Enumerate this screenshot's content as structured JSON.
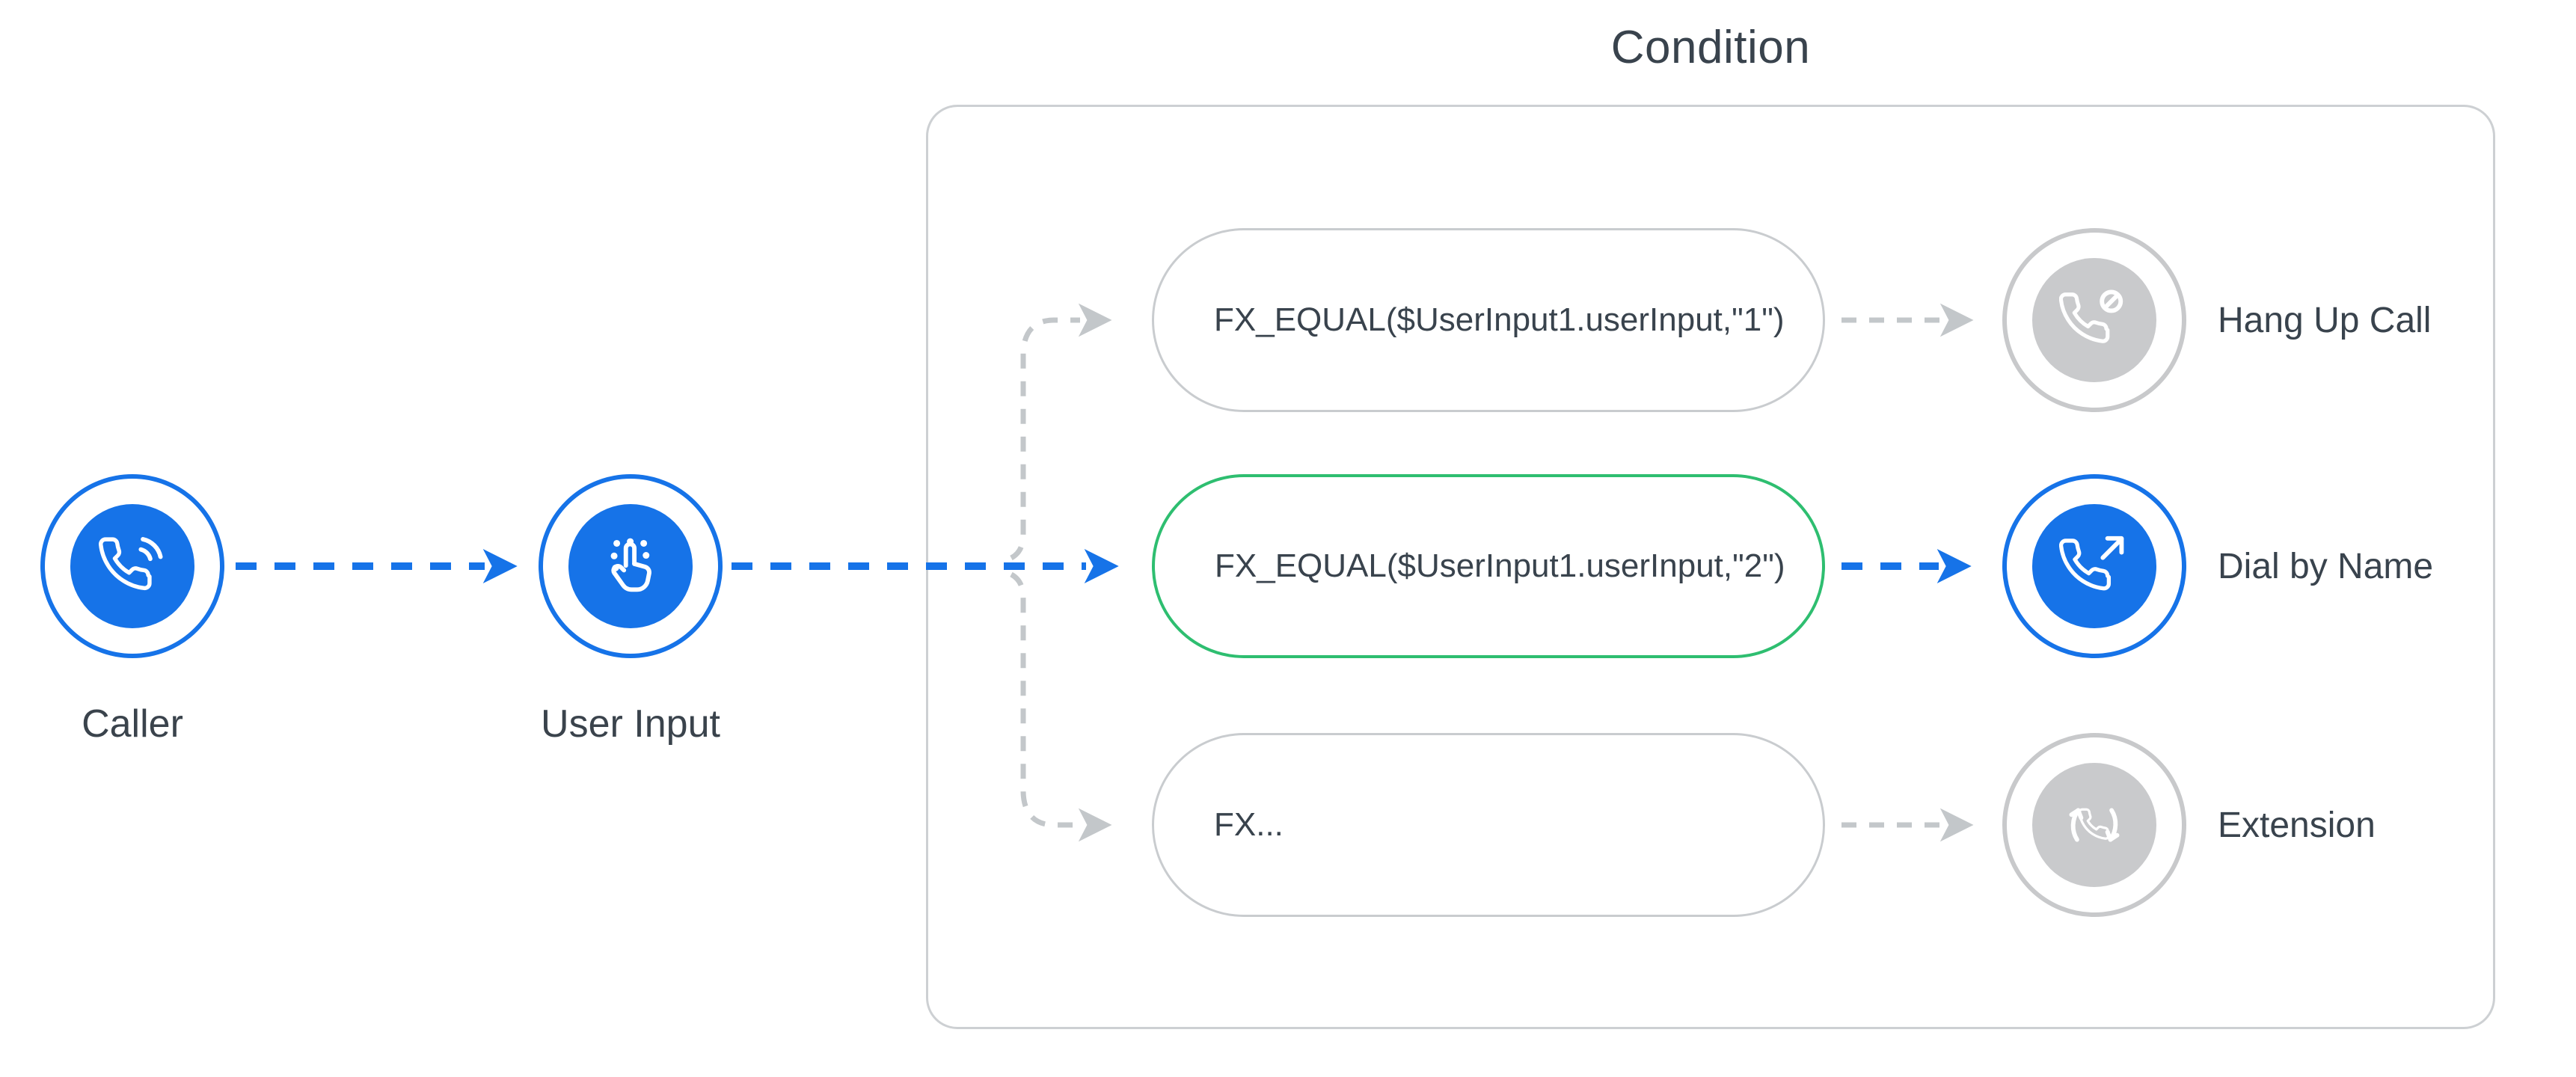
{
  "title": "Condition",
  "start_nodes": [
    {
      "id": "caller",
      "label": "Caller"
    },
    {
      "id": "user_input",
      "label": "User Input"
    }
  ],
  "conditions": [
    {
      "expression": "FX_EQUAL($UserInput1.userInput,\"1\")",
      "active": false,
      "target": {
        "label": "Hang Up Call",
        "active": false
      }
    },
    {
      "expression": "FX_EQUAL($UserInput1.userInput,\"2\")",
      "active": true,
      "target": {
        "label": "Dial by Name",
        "active": true
      }
    },
    {
      "expression": "FX...",
      "active": false,
      "target": {
        "label": "Extension",
        "active": false
      }
    }
  ],
  "colors": {
    "accent_blue": "#1673E8",
    "active_green": "#2EBE70",
    "inactive_gray": "#C9CACC",
    "text": "#39434D"
  }
}
